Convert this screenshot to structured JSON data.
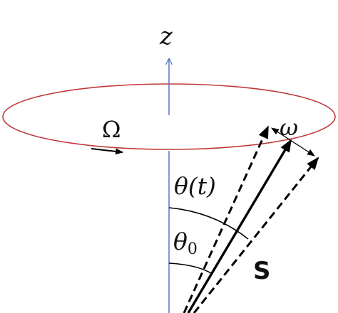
{
  "labels": {
    "z_axis": "z",
    "precession_rate": "Ω",
    "nutation_rate": "ω",
    "theta_t": "θ(t)",
    "theta_0_symbol": "θ",
    "theta_0_subscript": "0",
    "spin_vector": "S"
  },
  "colors": {
    "axis": "#4a72c4",
    "orbit": "#c0393b",
    "vectors": "#000000",
    "text": "#111111",
    "background": "#ffffff"
  }
}
